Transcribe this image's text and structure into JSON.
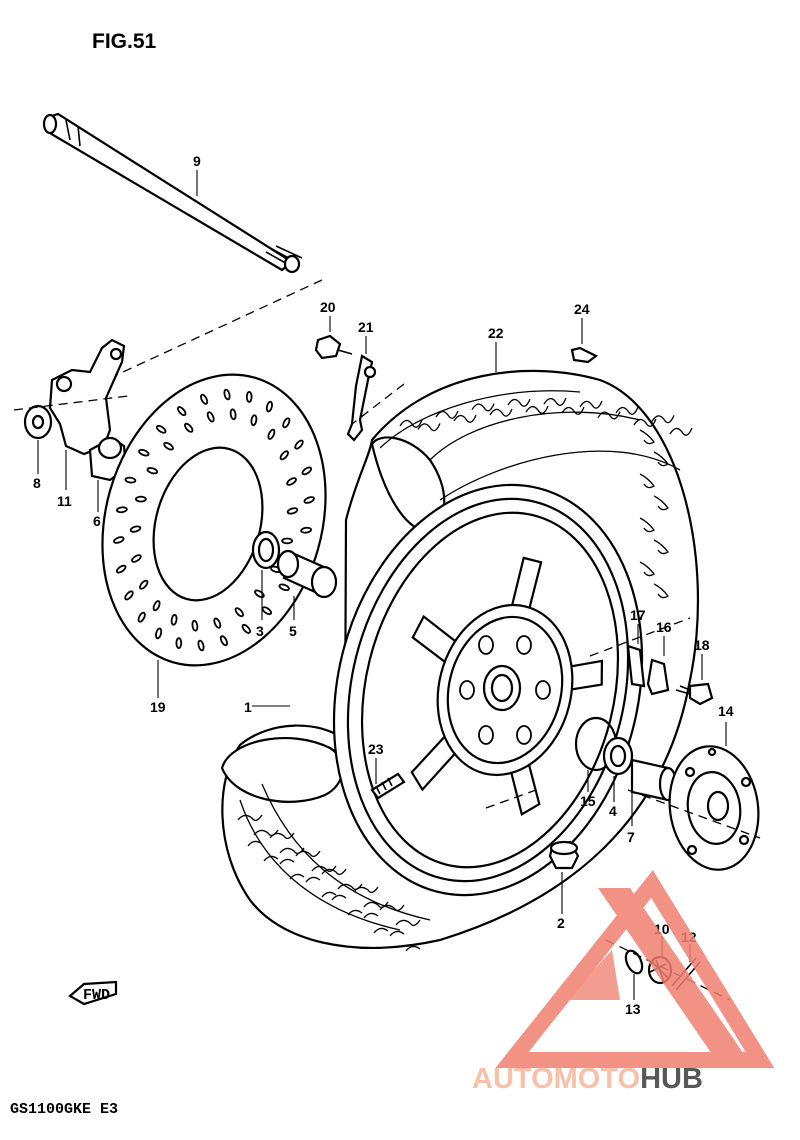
{
  "figure": {
    "title": "FIG.51",
    "model_code": "GS1100GKE  E3"
  },
  "parts": [
    {
      "number": "1"
    },
    {
      "number": "2"
    },
    {
      "number": "3"
    },
    {
      "number": "4"
    },
    {
      "number": "5"
    },
    {
      "number": "6"
    },
    {
      "number": "7"
    },
    {
      "number": "8"
    },
    {
      "number": "9"
    },
    {
      "number": "10"
    },
    {
      "number": "11"
    },
    {
      "number": "12"
    },
    {
      "number": "13"
    },
    {
      "number": "14"
    },
    {
      "number": "15"
    },
    {
      "number": "16"
    },
    {
      "number": "17"
    },
    {
      "number": "18"
    },
    {
      "number": "19"
    },
    {
      "number": "20"
    },
    {
      "number": "21"
    },
    {
      "number": "22"
    },
    {
      "number": "23"
    },
    {
      "number": "24"
    }
  ],
  "direction_marker": {
    "text": "FWD"
  },
  "watermark": {
    "brand_part1": "AUTOMOTO",
    "brand_part2": "HUB",
    "color_primary": "#f08070",
    "color_text": "#f7b69a"
  }
}
